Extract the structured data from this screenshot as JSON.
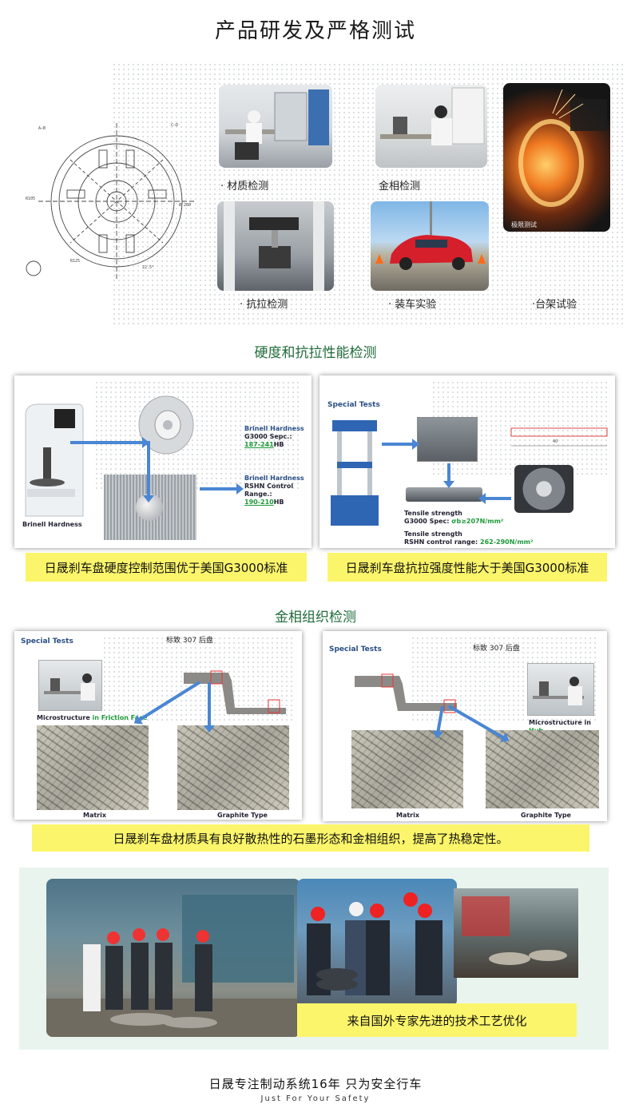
{
  "header": {
    "title": "产品研发及严格测试"
  },
  "tests_top": {
    "material": "· 材质检测",
    "metallo": "金相检测",
    "limit_label": "极限测试",
    "tensile": "· 抗拉检测",
    "vehicle": "· 装车实验",
    "bench": "·台架试验"
  },
  "section1": {
    "title": "硬度和抗拉性能检测",
    "left": {
      "brinell_label": "Brinell Hardness",
      "g3000_title": "Brinell Hardness",
      "g3000_spec": "G3000 Sepc.:",
      "g3000_range": "187-241",
      "g3000_unit": "HB",
      "rshn_title": "Brinell Hardness",
      "rshn_spec": "RSHN Control Range.:",
      "rshn_range": "190-210",
      "rshn_unit": "HB",
      "banner": "日晟刹车盘硬度控制范围优于美国G3000标准"
    },
    "right": {
      "special": "Special Tests",
      "ts1_title": "Tensile strength",
      "ts1_spec": "G3000 Spec: ",
      "ts1_val": "σb≥207N/mm²",
      "ts2_title": "Tensile strength",
      "ts2_spec": "RSHN control range: ",
      "ts2_val": "262-290N/mm²",
      "banner": "日晟刹车盘抗拉强度性能大于美国G3000标准"
    }
  },
  "section2": {
    "title": "金相组织检测",
    "left": {
      "special": "Special Tests",
      "model": "标致 307 后盘",
      "micro_prefix": "Microstructure ",
      "micro_loc": "in Friction Face",
      "matrix": "Matrix",
      "graphite": "Graphite Type"
    },
    "right": {
      "special": "Special Tests",
      "model": "标致 307 后盘",
      "micro_prefix": "Microstructure in ",
      "micro_loc": "Hub",
      "matrix": "Matrix",
      "graphite": "Graphite Type"
    },
    "banner": "日晟刹车盘材质具有良好散热性的石墨形态和金相组织，提高了热稳定性。"
  },
  "section3": {
    "banner": "来自国外专家先进的技术工艺优化"
  },
  "footer": {
    "slogan": "日晟专注制动系统16年  只为安全行车",
    "tagline": "Just For Your Safety"
  },
  "colors": {
    "accent_green": "#1f6b3a",
    "banner_yellow": "#fbf56b",
    "arrow_blue": "#4a86d3"
  }
}
